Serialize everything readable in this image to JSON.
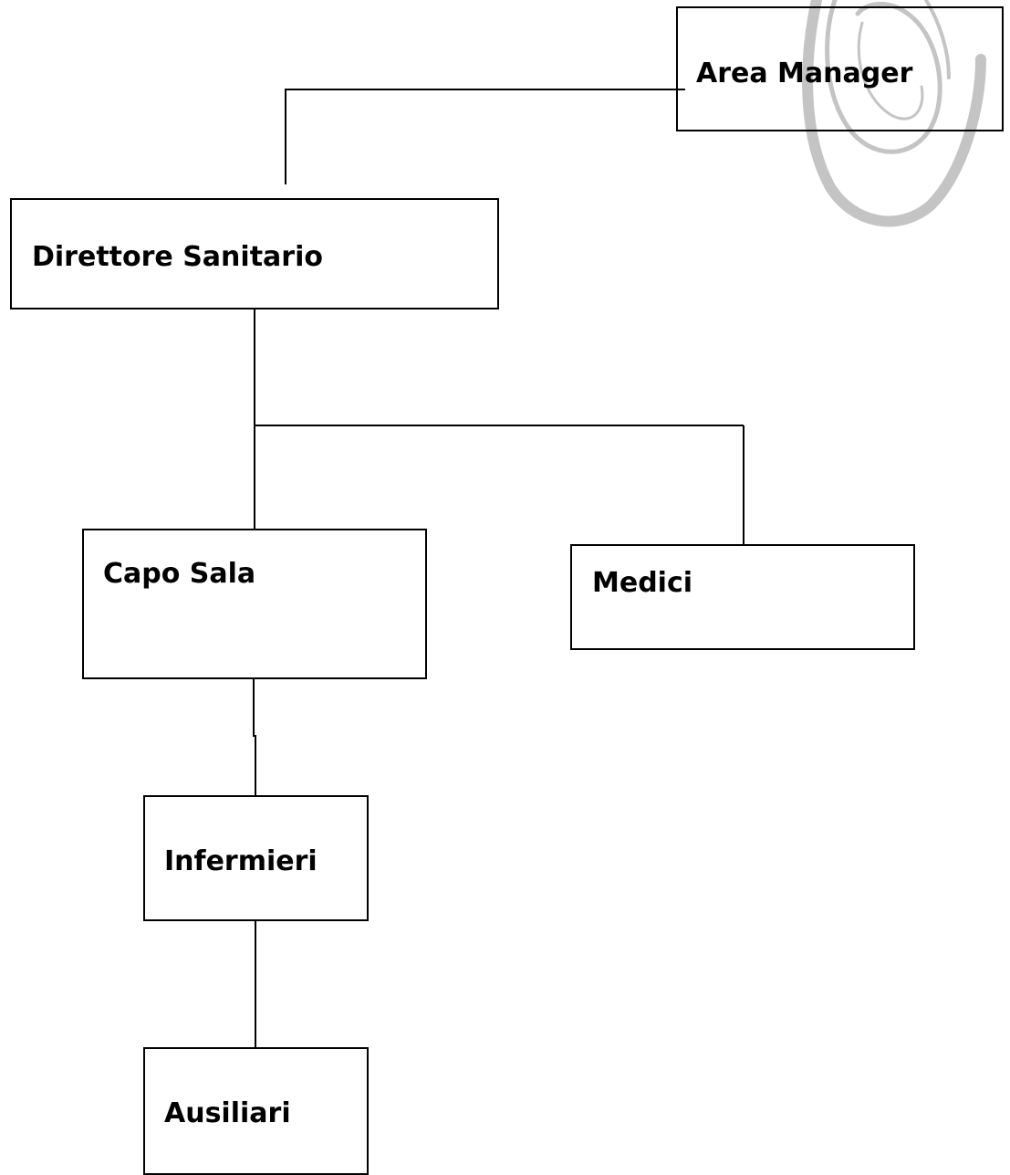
{
  "diagram": {
    "type": "org-chart",
    "nodes": {
      "area_manager": "Area Manager",
      "direttore_sanitario": "Direttore Sanitario",
      "capo_sala": "Capo Sala",
      "medici": "Medici",
      "infermieri": "Infermieri",
      "ausiliari": "Ausiliari"
    },
    "edges": [
      [
        "Area Manager",
        "Direttore Sanitario"
      ],
      [
        "Direttore Sanitario",
        "Capo Sala"
      ],
      [
        "Direttore Sanitario",
        "Medici"
      ],
      [
        "Capo Sala",
        "Infermieri"
      ],
      [
        "Infermieri",
        "Ausiliari"
      ]
    ],
    "colors": {
      "line": "#000000",
      "watermark": "#b3b3b3",
      "background": "#ffffff"
    }
  }
}
